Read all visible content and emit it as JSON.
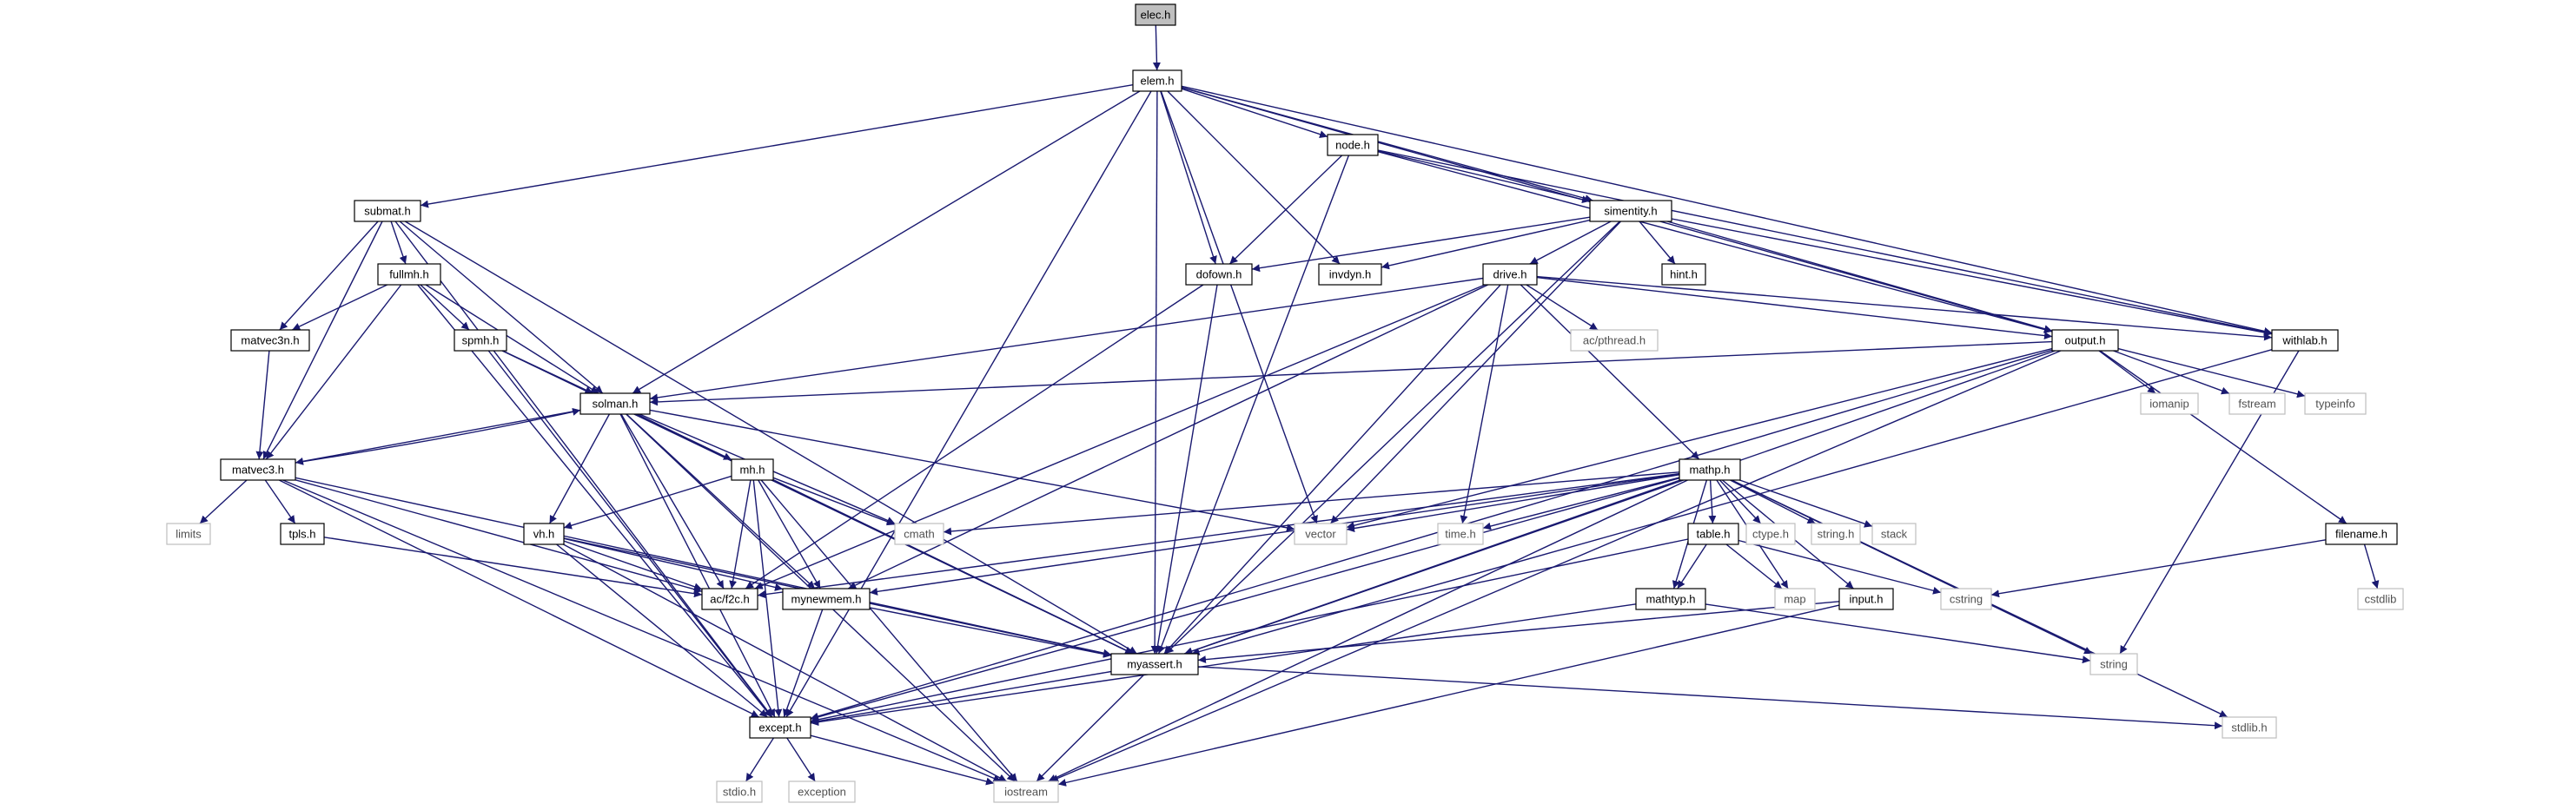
{
  "graph": {
    "title": "",
    "colors": {
      "edge": "#191970",
      "project_border": "#000000",
      "system_border": "#bfbfbf",
      "root_fill": "#bfbfbf"
    },
    "nodes": [
      {
        "id": "elec",
        "label": "elec.h",
        "kind": "root"
      },
      {
        "id": "elem",
        "label": "elem.h",
        "kind": "project"
      },
      {
        "id": "node",
        "label": "node.h",
        "kind": "project"
      },
      {
        "id": "submat",
        "label": "submat.h",
        "kind": "project"
      },
      {
        "id": "simentity",
        "label": "simentity.h",
        "kind": "project"
      },
      {
        "id": "fullmh",
        "label": "fullmh.h",
        "kind": "project"
      },
      {
        "id": "dofown",
        "label": "dofown.h",
        "kind": "project"
      },
      {
        "id": "invdyn",
        "label": "invdyn.h",
        "kind": "project"
      },
      {
        "id": "hint",
        "label": "hint.h",
        "kind": "project"
      },
      {
        "id": "drive",
        "label": "drive.h",
        "kind": "project"
      },
      {
        "id": "matvec3n",
        "label": "matvec3n.h",
        "kind": "project"
      },
      {
        "id": "spmh",
        "label": "spmh.h",
        "kind": "project"
      },
      {
        "id": "pthread",
        "label": "ac/pthread.h",
        "kind": "system"
      },
      {
        "id": "output",
        "label": "output.h",
        "kind": "project"
      },
      {
        "id": "withlab",
        "label": "withlab.h",
        "kind": "project"
      },
      {
        "id": "solman",
        "label": "solman.h",
        "kind": "project"
      },
      {
        "id": "iomanip",
        "label": "iomanip",
        "kind": "system"
      },
      {
        "id": "fstream",
        "label": "fstream",
        "kind": "system"
      },
      {
        "id": "typeinfo",
        "label": "typeinfo",
        "kind": "system"
      },
      {
        "id": "matvec3",
        "label": "matvec3.h",
        "kind": "project"
      },
      {
        "id": "mh",
        "label": "mh.h",
        "kind": "project"
      },
      {
        "id": "mathp",
        "label": "mathp.h",
        "kind": "project"
      },
      {
        "id": "limits",
        "label": "limits",
        "kind": "system"
      },
      {
        "id": "tpls",
        "label": "tpls.h",
        "kind": "project"
      },
      {
        "id": "vh",
        "label": "vh.h",
        "kind": "project"
      },
      {
        "id": "cmath",
        "label": "cmath",
        "kind": "system"
      },
      {
        "id": "vector",
        "label": "vector",
        "kind": "system"
      },
      {
        "id": "timeh",
        "label": "time.h",
        "kind": "system"
      },
      {
        "id": "ctype",
        "label": "ctype.h",
        "kind": "system"
      },
      {
        "id": "stringh",
        "label": "string.h",
        "kind": "system"
      },
      {
        "id": "stack",
        "label": "stack",
        "kind": "system"
      },
      {
        "id": "table",
        "label": "table.h",
        "kind": "project"
      },
      {
        "id": "filename",
        "label": "filename.h",
        "kind": "project"
      },
      {
        "id": "f2c",
        "label": "ac/f2c.h",
        "kind": "project"
      },
      {
        "id": "mynewmem",
        "label": "mynewmem.h",
        "kind": "project"
      },
      {
        "id": "map",
        "label": "map",
        "kind": "system"
      },
      {
        "id": "input",
        "label": "input.h",
        "kind": "project"
      },
      {
        "id": "cstring",
        "label": "cstring",
        "kind": "system"
      },
      {
        "id": "cstdlib",
        "label": "cstdlib",
        "kind": "system"
      },
      {
        "id": "mathtyp",
        "label": "mathtyp.h",
        "kind": "project"
      },
      {
        "id": "myassert",
        "label": "myassert.h",
        "kind": "project"
      },
      {
        "id": "string",
        "label": "string",
        "kind": "system"
      },
      {
        "id": "except",
        "label": "except.h",
        "kind": "project"
      },
      {
        "id": "stdlib",
        "label": "stdlib.h",
        "kind": "system"
      },
      {
        "id": "stdio",
        "label": "stdio.h",
        "kind": "system"
      },
      {
        "id": "exception",
        "label": "exception",
        "kind": "system"
      },
      {
        "id": "iostream",
        "label": "iostream",
        "kind": "system"
      }
    ],
    "edges": [
      [
        "elec",
        "elem"
      ],
      [
        "elem",
        "node"
      ],
      [
        "elem",
        "submat"
      ],
      [
        "elem",
        "simentity"
      ],
      [
        "elem",
        "dofown"
      ],
      [
        "elem",
        "invdyn"
      ],
      [
        "elem",
        "output"
      ],
      [
        "elem",
        "withlab"
      ],
      [
        "elem",
        "solman"
      ],
      [
        "elem",
        "vector"
      ],
      [
        "elem",
        "myassert"
      ],
      [
        "elem",
        "except"
      ],
      [
        "node",
        "simentity"
      ],
      [
        "node",
        "dofown"
      ],
      [
        "node",
        "withlab"
      ],
      [
        "node",
        "output"
      ],
      [
        "node",
        "myassert"
      ],
      [
        "submat",
        "fullmh"
      ],
      [
        "submat",
        "matvec3n"
      ],
      [
        "submat",
        "matvec3"
      ],
      [
        "submat",
        "solman"
      ],
      [
        "submat",
        "myassert"
      ],
      [
        "submat",
        "except"
      ],
      [
        "simentity",
        "dofown"
      ],
      [
        "simentity",
        "invdyn"
      ],
      [
        "simentity",
        "hint"
      ],
      [
        "simentity",
        "drive"
      ],
      [
        "simentity",
        "output"
      ],
      [
        "simentity",
        "withlab"
      ],
      [
        "simentity",
        "vector"
      ],
      [
        "simentity",
        "myassert"
      ],
      [
        "fullmh",
        "matvec3n"
      ],
      [
        "fullmh",
        "spmh"
      ],
      [
        "fullmh",
        "solman"
      ],
      [
        "fullmh",
        "matvec3"
      ],
      [
        "fullmh",
        "except"
      ],
      [
        "dofown",
        "myassert"
      ],
      [
        "dofown",
        "f2c"
      ],
      [
        "drive",
        "pthread"
      ],
      [
        "drive",
        "output"
      ],
      [
        "drive",
        "withlab"
      ],
      [
        "drive",
        "solman"
      ],
      [
        "drive",
        "mathp"
      ],
      [
        "drive",
        "timeh"
      ],
      [
        "drive",
        "f2c"
      ],
      [
        "drive",
        "mynewmem"
      ],
      [
        "drive",
        "myassert"
      ],
      [
        "matvec3n",
        "matvec3"
      ],
      [
        "spmh",
        "solman"
      ],
      [
        "spmh",
        "myassert"
      ],
      [
        "spmh",
        "except"
      ],
      [
        "output",
        "solman"
      ],
      [
        "output",
        "iomanip"
      ],
      [
        "output",
        "fstream"
      ],
      [
        "output",
        "typeinfo"
      ],
      [
        "output",
        "filename"
      ],
      [
        "output",
        "vector"
      ],
      [
        "output",
        "myassert"
      ],
      [
        "output",
        "except"
      ],
      [
        "output",
        "iostream"
      ],
      [
        "withlab",
        "string"
      ],
      [
        "withlab",
        "myassert"
      ],
      [
        "solman",
        "matvec3"
      ],
      [
        "solman",
        "mh"
      ],
      [
        "solman",
        "vh"
      ],
      [
        "solman",
        "cmath"
      ],
      [
        "solman",
        "vector"
      ],
      [
        "solman",
        "f2c"
      ],
      [
        "solman",
        "mynewmem"
      ],
      [
        "solman",
        "myassert"
      ],
      [
        "solman",
        "except"
      ],
      [
        "solman",
        "iostream"
      ],
      [
        "matvec3",
        "solman"
      ],
      [
        "matvec3",
        "limits"
      ],
      [
        "matvec3",
        "tpls"
      ],
      [
        "matvec3",
        "f2c"
      ],
      [
        "matvec3",
        "myassert"
      ],
      [
        "matvec3",
        "except"
      ],
      [
        "matvec3",
        "iostream"
      ],
      [
        "mh",
        "vh"
      ],
      [
        "mh",
        "cmath"
      ],
      [
        "mh",
        "f2c"
      ],
      [
        "mh",
        "mynewmem"
      ],
      [
        "mh",
        "myassert"
      ],
      [
        "mh",
        "except"
      ],
      [
        "mh",
        "iostream"
      ],
      [
        "mathp",
        "cmath"
      ],
      [
        "mathp",
        "vector"
      ],
      [
        "mathp",
        "timeh"
      ],
      [
        "mathp",
        "ctype"
      ],
      [
        "mathp",
        "stringh"
      ],
      [
        "mathp",
        "stack"
      ],
      [
        "mathp",
        "table"
      ],
      [
        "mathp",
        "mathtyp"
      ],
      [
        "mathp",
        "map"
      ],
      [
        "mathp",
        "input"
      ],
      [
        "mathp",
        "string"
      ],
      [
        "mathp",
        "stdlib"
      ],
      [
        "mathp",
        "f2c"
      ],
      [
        "mathp",
        "mynewmem"
      ],
      [
        "mathp",
        "myassert"
      ],
      [
        "mathp",
        "except"
      ],
      [
        "mathp",
        "iostream"
      ],
      [
        "tpls",
        "f2c"
      ],
      [
        "vh",
        "f2c"
      ],
      [
        "vh",
        "mynewmem"
      ],
      [
        "vh",
        "myassert"
      ],
      [
        "vh",
        "except"
      ],
      [
        "vh",
        "iostream"
      ],
      [
        "table",
        "mathtyp"
      ],
      [
        "table",
        "map"
      ],
      [
        "table",
        "cstring"
      ],
      [
        "table",
        "except"
      ],
      [
        "filename",
        "cstring"
      ],
      [
        "filename",
        "cstdlib"
      ],
      [
        "mynewmem",
        "myassert"
      ],
      [
        "mynewmem",
        "except"
      ],
      [
        "input",
        "myassert"
      ],
      [
        "input",
        "iostream"
      ],
      [
        "mathtyp",
        "string"
      ],
      [
        "mathtyp",
        "except"
      ],
      [
        "myassert",
        "except"
      ],
      [
        "myassert",
        "stdlib"
      ],
      [
        "myassert",
        "iostream"
      ],
      [
        "except",
        "stdio"
      ],
      [
        "except",
        "exception"
      ],
      [
        "except",
        "iostream"
      ]
    ]
  }
}
